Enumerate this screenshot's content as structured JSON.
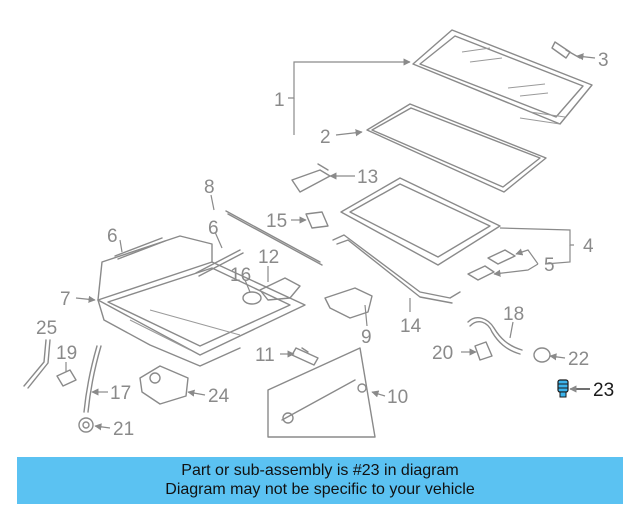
{
  "diagram": {
    "callouts": [
      "1",
      "2",
      "3",
      "4",
      "5",
      "6",
      "6",
      "7",
      "8",
      "9",
      "10",
      "11",
      "12",
      "13",
      "14",
      "15",
      "16",
      "17",
      "18",
      "19",
      "20",
      "21",
      "22",
      "23",
      "24",
      "25"
    ],
    "highlighted": "23",
    "highlight_color": "#3cb4ec"
  },
  "banner": {
    "line1": "Part or sub-assembly is #23 in diagram",
    "line2": "Diagram may not be specific to your vehicle",
    "color": "#5bc2f2"
  }
}
